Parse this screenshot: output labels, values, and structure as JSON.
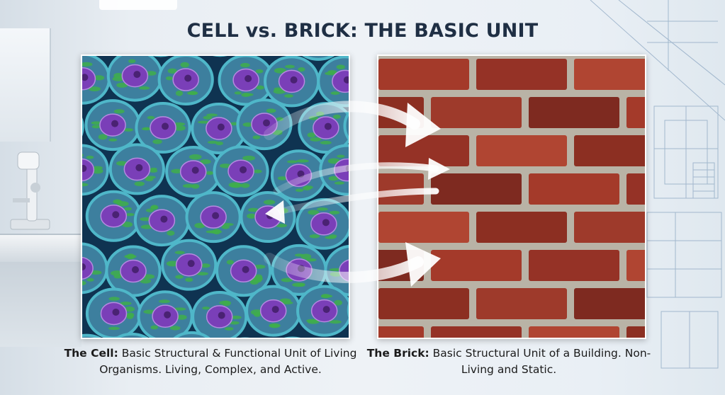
{
  "title": "CELL vs. BRICK: THE BASIC UNIT",
  "cell_caption": {
    "label": "The Cell:",
    "text": " Basic Structural & Functional Unit of Living Organisms. Living, Complex, and Active."
  },
  "brick_caption": {
    "label": "The Brick:",
    "text": " Basic Structural Unit of a Building. Non-Living and Static."
  },
  "colors": {
    "cell_nucleus": "#7a3fb8",
    "cell_membrane": "#4fb7c9",
    "cell_cytoplasm": "#3d7f9e",
    "organelle": "#3fae4a",
    "brick": "#a43a2a",
    "mortar": "#b9b3a6",
    "title": "#1f2f44"
  },
  "icons": [
    "cell-icon",
    "brick-icon",
    "arrow-icon",
    "microscope-icon",
    "blueprint-icon"
  ]
}
